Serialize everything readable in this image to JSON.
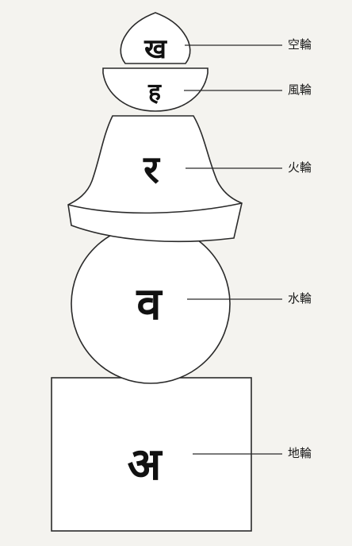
{
  "elements": [
    {
      "id": "sky",
      "label": "空輪",
      "glyph": "ख"
    },
    {
      "id": "wind",
      "label": "風輪",
      "glyph": "ह"
    },
    {
      "id": "fire",
      "label": "火輪",
      "glyph": "र"
    },
    {
      "id": "water",
      "label": "水輪",
      "glyph": "व"
    },
    {
      "id": "earth",
      "label": "地輪",
      "glyph": "अ"
    }
  ]
}
